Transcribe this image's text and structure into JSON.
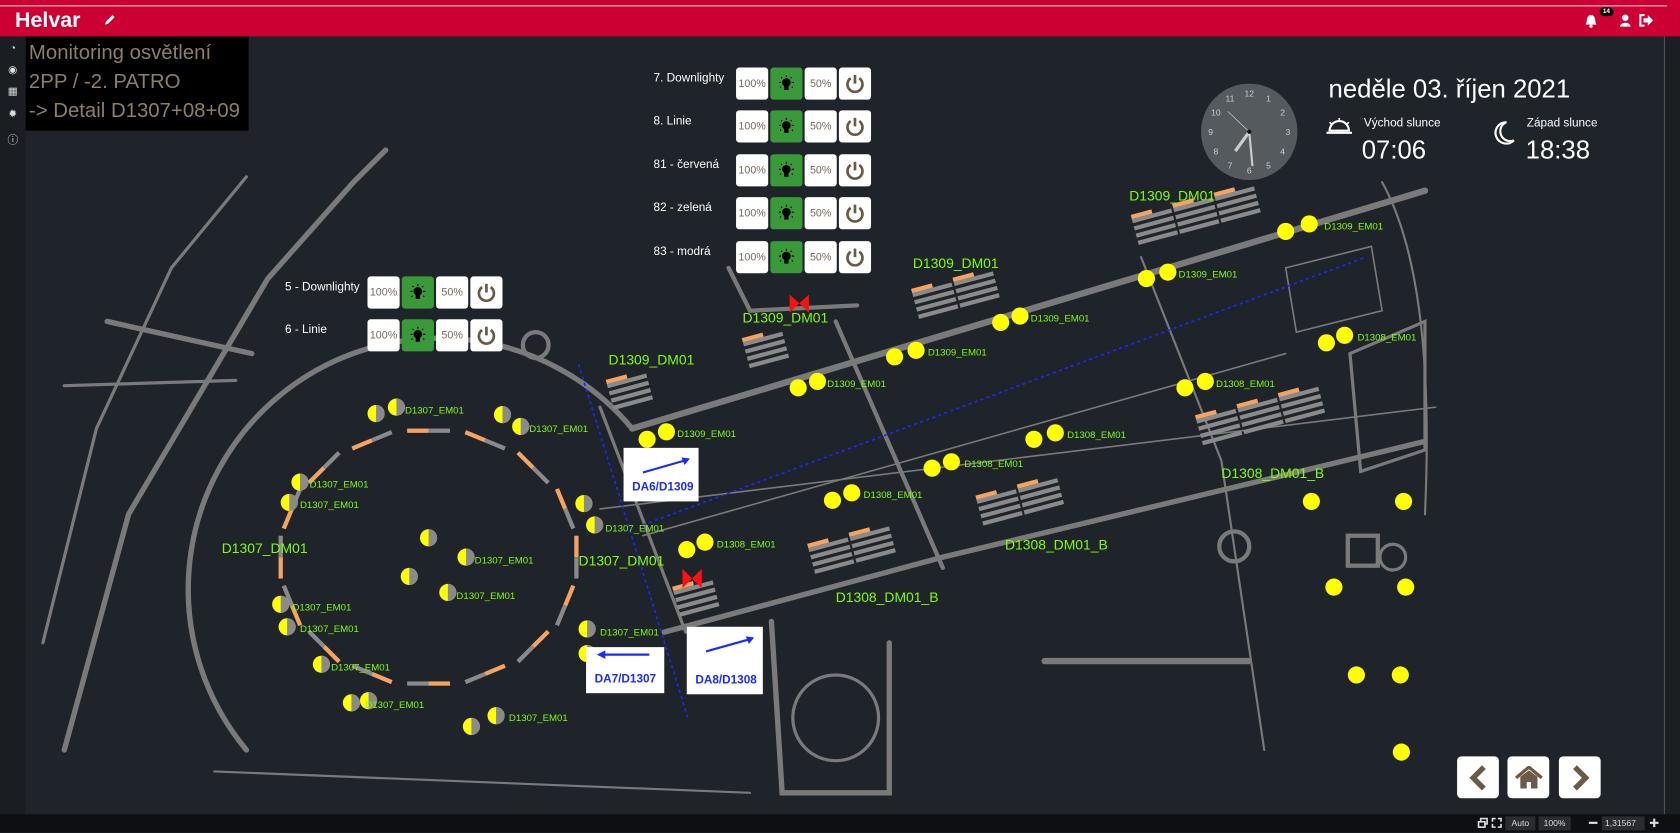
{
  "header": {
    "brand": "Helvar",
    "notification_count": "14",
    "icons": [
      "pencil-icon",
      "bell-icon",
      "user-icon",
      "logout-icon"
    ]
  },
  "sidebar": {
    "icons": [
      "dashboard-icon",
      "eye-icon",
      "calendar-icon",
      "gear-icon",
      "info-icon"
    ]
  },
  "title": {
    "line1": "Monitoring osvětlení",
    "line2": "2PP / -2. PATRO",
    "line3": "-> Detail D1307+08+09"
  },
  "datetime": {
    "date": "neděle 03. říjen 2021",
    "sunrise_label": "Východ slunce",
    "sunrise": "07:06",
    "sunset_label": "Západ slunce",
    "sunset": "18:38",
    "clock_numbers": [
      "12",
      "1",
      "2",
      "3",
      "4",
      "5",
      "6",
      "7",
      "8",
      "9",
      "10",
      "11"
    ]
  },
  "controls": {
    "button_labels": {
      "full": "100%",
      "half": "50%"
    },
    "groups_top": [
      {
        "label": "7. Downlighty"
      },
      {
        "label": "8. Linie"
      },
      {
        "label": "81 - červená"
      },
      {
        "label": "82 - zelená"
      },
      {
        "label": "83 - modrá"
      }
    ],
    "groups_left": [
      {
        "label": "5 - Downlighty"
      },
      {
        "label": "6 - Linie"
      }
    ]
  },
  "map": {
    "dm_labels": [
      "D1309_DM01",
      "D1309_DM01",
      "D1309_DM01",
      "D1309_DM01",
      "D1307_DM01",
      "D1307_DM01",
      "D1308_DM01_B",
      "D1308_DM01_B",
      "D1308_DM01_B"
    ],
    "em_labels": [
      "D1307_EM01",
      "D1307_EM01",
      "D1307_EM01",
      "D1307_EM01",
      "D1307_EM01",
      "D1307_EM01",
      "D1307_EM01",
      "D1307_EM01",
      "D1307_EM01",
      "D1307_EM01",
      "D1307_EM01",
      "D1307_EM01",
      "D1307_EM01",
      "D1309_EM01",
      "D1309_EM01",
      "D1309_EM01",
      "D1309_EM01",
      "D1309_EM01",
      "D1309_EM01",
      "D1308_EM01",
      "D1308_EM01",
      "D1308_EM01",
      "D1308_EM01",
      "D1308_EM01",
      "D1308_EM01"
    ],
    "da_boxes": [
      "DA6/D1309",
      "DA7/D1307",
      "DA8/D1308"
    ]
  },
  "nav": {
    "icons": [
      "chevron-left-icon",
      "home-icon",
      "chevron-right-icon"
    ]
  },
  "bottombar": {
    "auto": "Auto",
    "zoom": "100%",
    "scale_value": "1,31567"
  },
  "colors": {
    "brand": "#cc0033",
    "active": "#3a9a3a",
    "label_green": "#7fff00",
    "light": "#ffff00"
  }
}
